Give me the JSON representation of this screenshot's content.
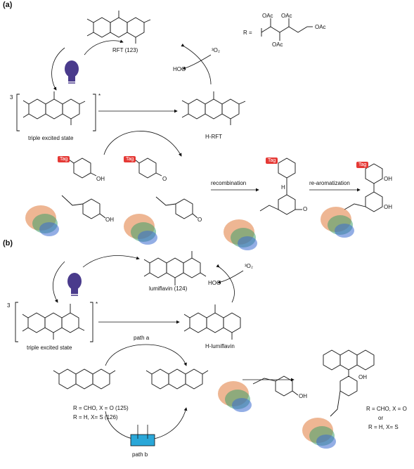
{
  "panel_a": {
    "label": "(a)",
    "rft_label": "RFT (123)",
    "r_group_label": "R =",
    "oac_labels": [
      "OAc",
      "OAc",
      "OAc",
      "OAc"
    ],
    "excited_state_label": "triple excited state",
    "superscript_3": "3",
    "asterisk": "*",
    "hrft_label": "H-RFT",
    "o2_label": "³O₂",
    "hoo_label": "HOO",
    "recombination_label": "recombination",
    "rearomatization_label": "re-aromatization",
    "tag_label": "Tag",
    "oh_label": "OH",
    "o_radical_label": "O",
    "ketone_o_label": "O",
    "h_label": "H"
  },
  "panel_b": {
    "label": "(b)",
    "lumiflavin_label": "lumiflavin (124)",
    "excited_state_label": "triple excited state",
    "superscript_3": "3",
    "asterisk": "*",
    "hlumiflavin_label": "H-lumiflavin",
    "o2_label": "³O₂",
    "hoo_label": "HOO",
    "path_a_label": "path a",
    "path_b_label": "path b",
    "r_cho_label": "R =  CHO, X = O (125)",
    "r_h_label": "R = H, X= S (126)",
    "product_cho_label": "R = CHO, X = O",
    "or_label": "or",
    "product_h_label": "R = H, X= S",
    "oh_label": "OH"
  },
  "colors": {
    "tag": "#e53935",
    "bulb": "#4a3b8c",
    "beaker": "#2aa7d8"
  }
}
